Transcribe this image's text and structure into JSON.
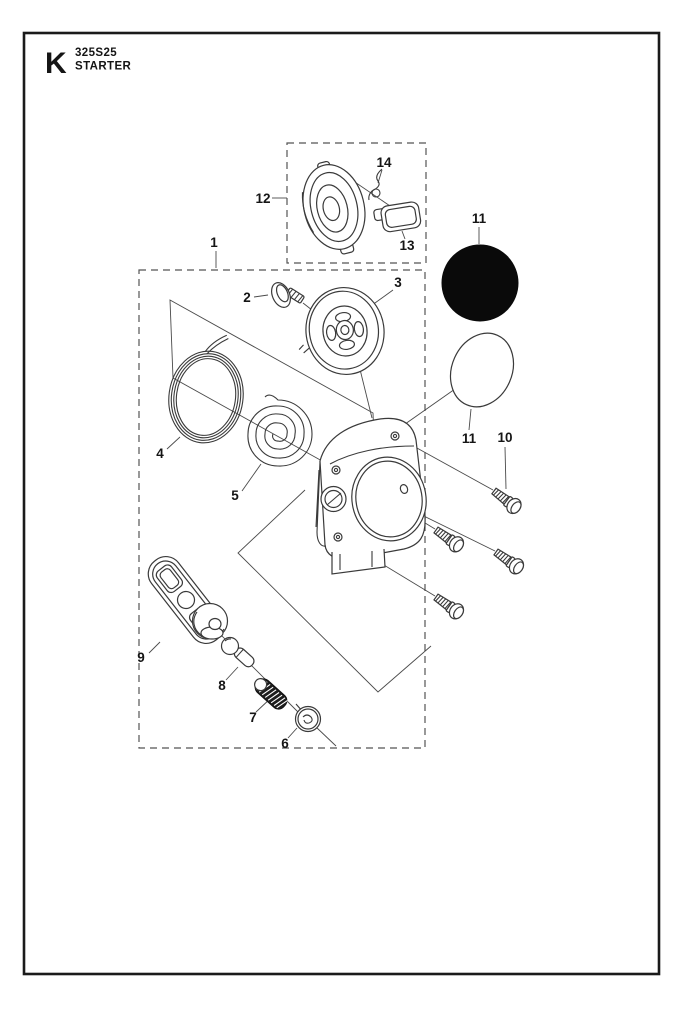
{
  "header": {
    "section_letter": "K",
    "model": "325S25",
    "section_title": "STARTER"
  },
  "colors": {
    "background": "#ffffff",
    "frame": "#1a1a1a",
    "drawing_line": "#3a3a3a",
    "dashed_box": "#555555",
    "callout_text": "#151515",
    "filled_disc_11": "#0a0a0a",
    "spring_7_fill": "#1d1d1d"
  },
  "callouts": [
    {
      "id": "c1",
      "label": "1"
    },
    {
      "id": "c2",
      "label": "2"
    },
    {
      "id": "c3",
      "label": "3"
    },
    {
      "id": "c4",
      "label": "4"
    },
    {
      "id": "c5",
      "label": "5"
    },
    {
      "id": "c6",
      "label": "6"
    },
    {
      "id": "c7",
      "label": "7"
    },
    {
      "id": "c8",
      "label": "8"
    },
    {
      "id": "c9",
      "label": "9"
    },
    {
      "id": "c10",
      "label": "10"
    },
    {
      "id": "c11-top",
      "label": "11"
    },
    {
      "id": "c11-bottom",
      "label": "11"
    },
    {
      "id": "c12",
      "label": "12"
    },
    {
      "id": "c13",
      "label": "13"
    },
    {
      "id": "c14",
      "label": "14"
    }
  ]
}
